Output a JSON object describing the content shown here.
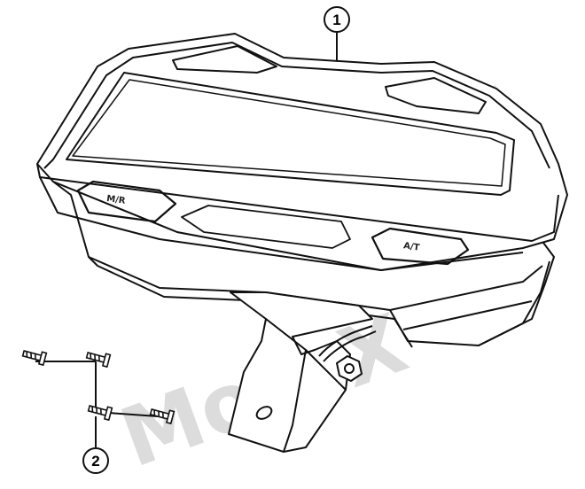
{
  "diagram": {
    "callouts": [
      {
        "number": "1",
        "part": "instrument-cluster"
      },
      {
        "number": "2",
        "part": "mounting-screws"
      }
    ],
    "buttons": [
      {
        "label": "M/R"
      },
      {
        "label": "A/T"
      }
    ],
    "watermark": "MotoX",
    "colors": {
      "line": "#111111",
      "background": "#ffffff",
      "watermark": "#d7d7d7"
    }
  }
}
